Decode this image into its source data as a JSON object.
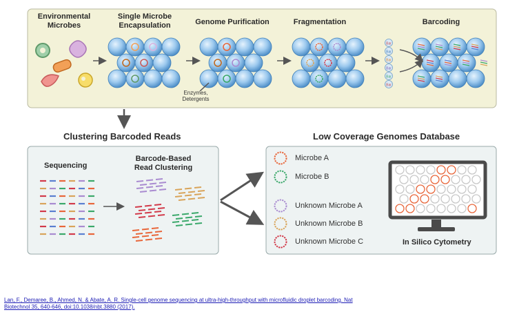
{
  "top_steps": {
    "environmental": "Environmental\nMicrobes",
    "encapsulation": "Single Microbe\nEncapsulation",
    "purification": "Genome Purification",
    "fragmentation": "Fragmentation",
    "barcoding": "Barcoding"
  },
  "enzymes_note": "Enzymes,\nDetergents",
  "barcode_tag": "Bar",
  "clustering_title": "Clustering Barcoded Reads",
  "database_title": "Low Coverage Genomes Database",
  "sequencing_label": "Sequencing",
  "read_clustering_label": "Barcode-Based\nRead Clustering",
  "legend": [
    {
      "label": "Microbe A",
      "color": "#e8663a"
    },
    {
      "label": "Microbe B",
      "color": "#3aa86a"
    },
    {
      "label": "Unknown Microbe A",
      "color": "#a98bd0"
    },
    {
      "label": "Unknown Microbe B",
      "color": "#d9a45a"
    },
    {
      "label": "Unknown Microbe C",
      "color": "#d23a4a"
    }
  ],
  "cytometry_label": "In Silico Cytometry",
  "citation": "Lan, F., Demaree, B., Ahmed, N. & Abate, A. R. Single-cell genome sequencing at ultra-high-throughput with microfluidic droplet barcoding. Nat Biotechnol 35, 640-646, doi:10.1038/nbt.3880 (2017).",
  "colors": {
    "top_panel_fill": "#f3f2d8",
    "bottom_panel_fill": "#eef3f3",
    "droplet": "#7fb8e6",
    "arrow": "#555555"
  }
}
